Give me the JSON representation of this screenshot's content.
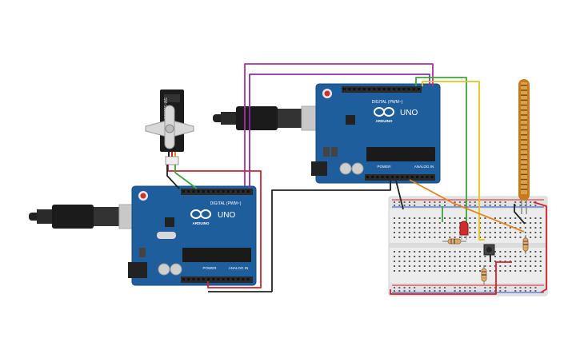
{
  "boards": [
    {
      "id": "arduino-left",
      "model_label": "UNO",
      "brand_label": "ARDUINO",
      "digital_label": "DIGITAL (PWM~)",
      "power_label": "POWER",
      "analog_label": "ANALOG IN",
      "board_color": "#1f5e9c"
    },
    {
      "id": "arduino-right",
      "model_label": "UNO",
      "brand_label": "ARDUINO",
      "digital_label": "DIGITAL (PWM~)",
      "power_label": "POWER",
      "analog_label": "ANALOG IN",
      "board_color": "#1f5e9c"
    }
  ],
  "servo": {
    "label": "SM-S2309S"
  },
  "components": {
    "breadboard": "breadboard",
    "flex_sensor": "flex-sensor",
    "led_color": "#d22b2b",
    "pushbutton": "pushbutton",
    "resistors": 3
  },
  "wire_colors": {
    "purple": "#9a2fa8",
    "magenta": "#b0309a",
    "red": "#d8202a",
    "black": "#222222",
    "green": "#3aa63a",
    "yellow": "#e8c21a",
    "orange": "#e8821a"
  }
}
